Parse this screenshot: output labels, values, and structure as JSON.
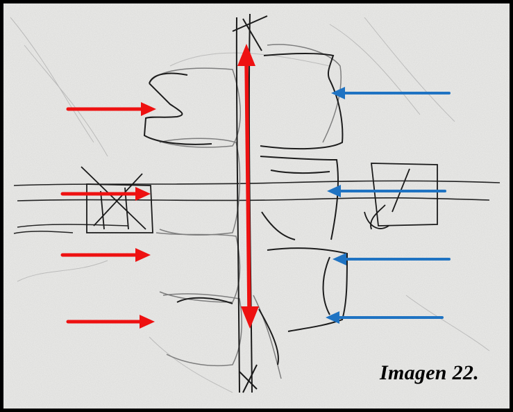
{
  "figure": {
    "caption": "Imagen 22.",
    "content": "pencil-sketch",
    "colors": {
      "paper": "#ececea",
      "pencil": "#1a1a1a",
      "pencil_light": "#8a8a8a",
      "red_arrow": "#ee1111",
      "blue_arrow": "#1f73c2",
      "border": "#000000"
    },
    "annotations": {
      "red_arrows_count": 4,
      "blue_arrows_count": 4,
      "double_arrow_count": 1
    }
  }
}
